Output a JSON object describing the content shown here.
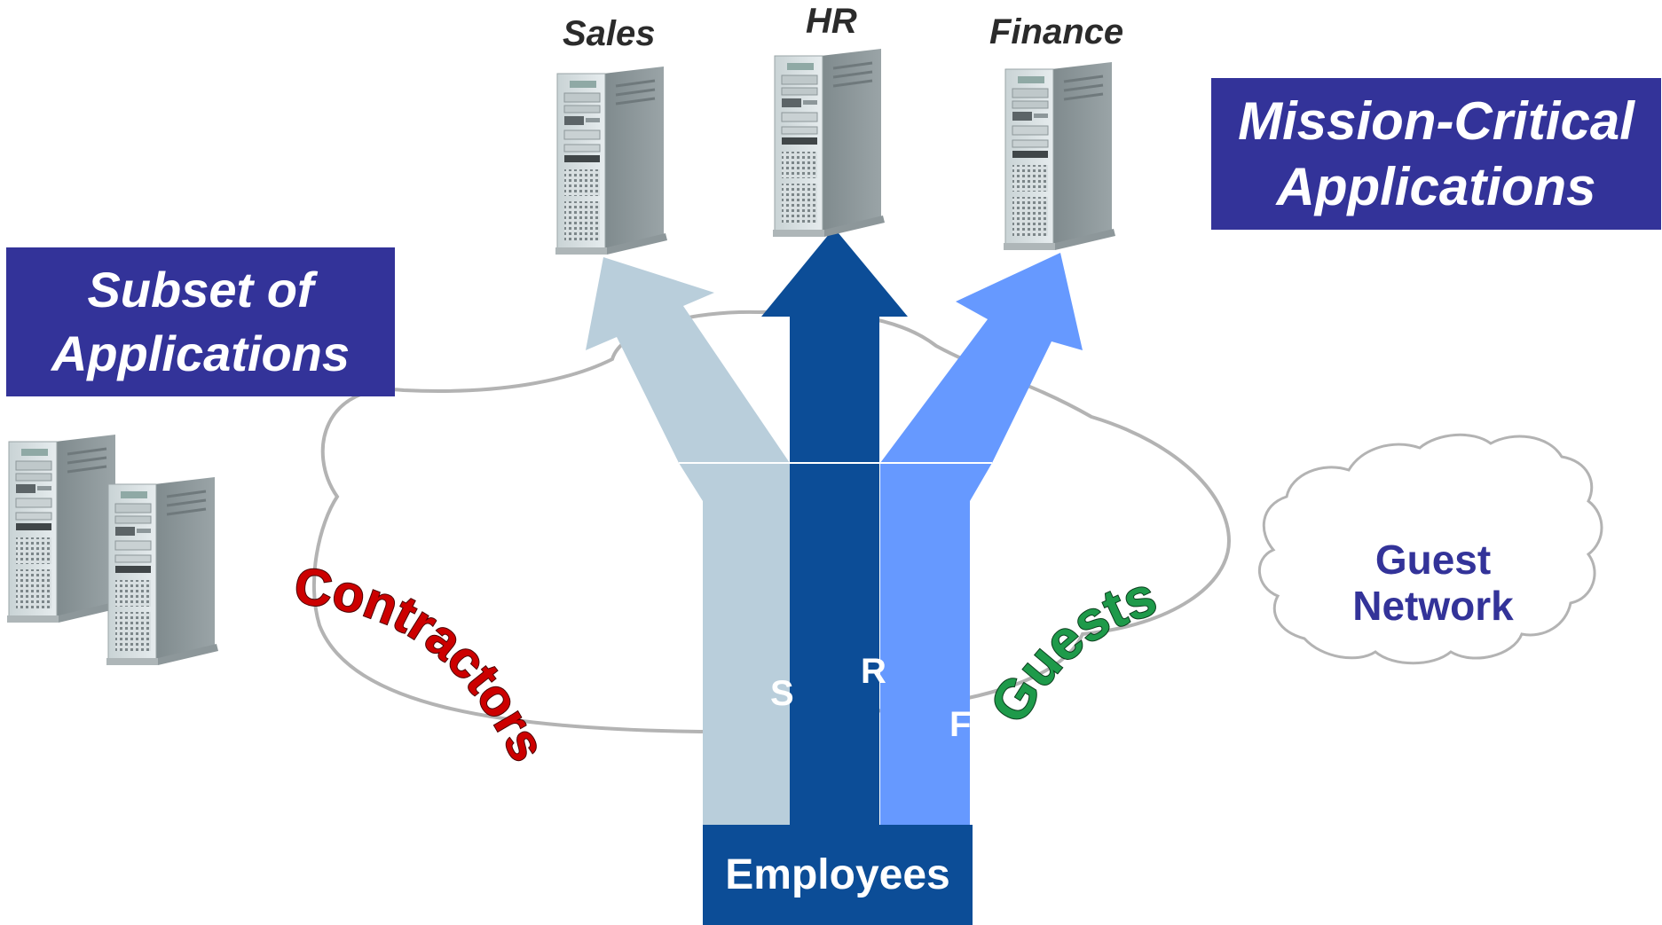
{
  "servers": {
    "sales_label": "Sales",
    "hr_label": "HR",
    "finance_label": "Finance"
  },
  "mission_box": {
    "line1": "Mission-Critical",
    "line2": "Applications"
  },
  "subset_box": {
    "line1": "Subset of",
    "line2": "Applications"
  },
  "groups": {
    "contractors": "Contractors",
    "guests": "Guests",
    "employees": "Employees"
  },
  "guest_network": {
    "line1": "Guest",
    "line2": "Network"
  },
  "stem_letters": {
    "sales": "S",
    "hr": "R",
    "finance": "F"
  },
  "colors": {
    "navy_box": "#333399",
    "sales_arrow": "#b9cedb",
    "hr_arrow": "#0c4d97",
    "finance_arrow": "#6699ff",
    "contractors_text": "#cc0000",
    "guests_text": "#1e9a4a",
    "guest_network_text": "#333399"
  }
}
